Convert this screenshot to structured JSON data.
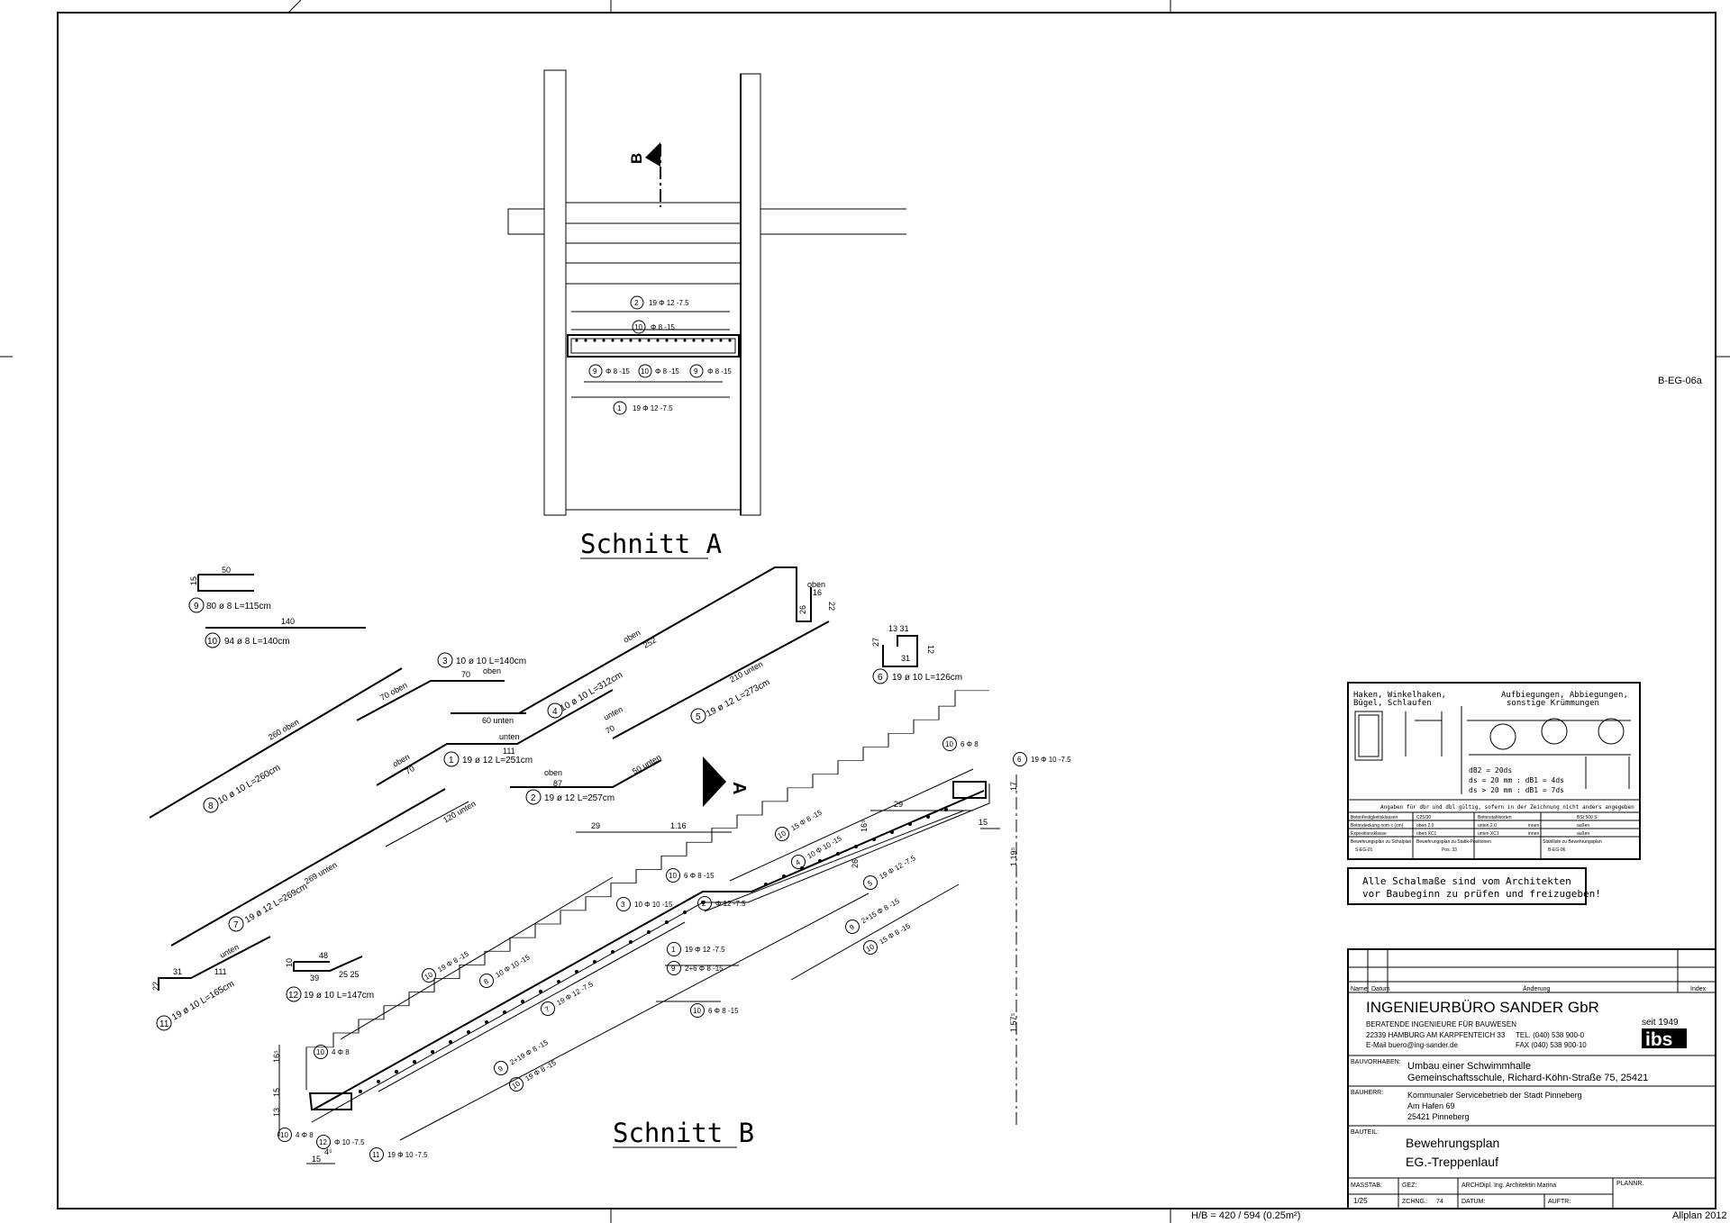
{
  "sheet": {
    "drawing_id": "B-EG-06a",
    "format": "H/B = 420 / 594 (0.25m²)",
    "software": "Allplan 2012"
  },
  "section_a": {
    "title": "Schnitt A",
    "cut_label": "B",
    "bars": {
      "top": {
        "mark": "2",
        "text": "19 Φ 12 -7.5"
      },
      "distr": {
        "mark": "10",
        "text": "Φ 8 -15"
      },
      "bot_a": {
        "mark": "9",
        "text": "Φ 8 -15"
      },
      "bot_b": {
        "mark": "10",
        "text": "Φ 8 -15"
      },
      "bot_c": {
        "mark": "9",
        "text": "Φ 8 -15"
      },
      "main": {
        "mark": "1",
        "text": "19 Φ 12 -7.5"
      }
    }
  },
  "section_b": {
    "title": "Schnitt B",
    "cut_label": "A",
    "dims": {
      "d29a": "29",
      "d116": "1.16",
      "d29b": "29",
      "d15a": "15",
      "d17": "17",
      "d119": "1.19⁵",
      "d157": "1.57⁵",
      "d16": "16⁵",
      "d13": "13",
      "d15b": "15",
      "d15c": "15",
      "d4": "4⁵",
      "d16s": "16⁵",
      "d26": "26"
    },
    "callouts": [
      {
        "mark": "10",
        "text": "6 Φ 8"
      },
      {
        "mark": "6",
        "text": "19 Φ 10 -7.5"
      },
      {
        "mark": "10",
        "text": "15 Φ 8 -15"
      },
      {
        "mark": "4",
        "text": "10 Φ 10 -15"
      },
      {
        "mark": "5",
        "text": "19 Φ 12 -7.5"
      },
      {
        "mark": "10",
        "text": "6 Φ 8 -15"
      },
      {
        "mark": "3",
        "text": "10 Φ 10 -15"
      },
      {
        "mark": "2",
        "text": "Φ 12 -7.5"
      },
      {
        "mark": "9",
        "text": "2+15 Φ 8 -15"
      },
      {
        "mark": "10",
        "text": "15 Φ 8 -15"
      },
      {
        "mark": "1",
        "text": "19 Φ 12 -7.5"
      },
      {
        "mark": "9",
        "text": "2+6 Φ 8 -15"
      },
      {
        "mark": "10",
        "text": "6 Φ 8 -15"
      },
      {
        "mark": "10",
        "text": "19 Φ 8 -15"
      },
      {
        "mark": "8",
        "text": "10 Φ 10 -15"
      },
      {
        "mark": "7",
        "text": "19 Φ 12 -7.5"
      },
      {
        "mark": "9",
        "text": "2+19 Φ 8 -15"
      },
      {
        "mark": "10",
        "text": "19 Φ 8 -15"
      },
      {
        "mark": "12",
        "text": "Φ 10 -7.5"
      },
      {
        "mark": "11",
        "text": "19 Φ 10 -7.5"
      },
      {
        "mark": "10",
        "text": "4 Φ 8"
      },
      {
        "mark": "10",
        "text": "4 Φ 8"
      }
    ]
  },
  "bar_schedule": {
    "b9": {
      "mark": "9",
      "text": "80 ø 8  L=115cm",
      "dim_a": "50",
      "dim_b": "15"
    },
    "b10": {
      "mark": "10",
      "text": "94 ø 8  L=140cm",
      "dim_a": "140"
    },
    "b3": {
      "mark": "3",
      "text": "10 ø 10  L=140cm",
      "dim_a": "70",
      "dim_b": "oben",
      "dim_c": "70 oben",
      "dim_d": "60 unten"
    },
    "b4": {
      "mark": "4",
      "text": "10 ø 10  L=312cm",
      "dim_a": "oben",
      "dim_b": "252",
      "dim_c": "oben",
      "dim_d": "16",
      "dim_e": "26",
      "dim_f": "22"
    },
    "b5": {
      "mark": "5",
      "text": "19 ø 12  L=273cm",
      "dim_a": "210 unten",
      "dim_b": "unten",
      "dim_c": "70"
    },
    "b6": {
      "mark": "6",
      "text": "19 ø 10  L=126cm",
      "dim_a": "13 31",
      "dim_b": "27",
      "dim_c": "12",
      "dim_d": "31"
    },
    "b8": {
      "mark": "8",
      "text": "10 ø 10  L=260cm",
      "dim_a": "260  oben"
    },
    "b1": {
      "mark": "1",
      "text": "19 ø 12  L=251cm",
      "dim_a": "unten",
      "dim_b": "111",
      "dim_c": "oben",
      "dim_d": "70"
    },
    "b2": {
      "mark": "2",
      "text": "19 ø 12  L=257cm",
      "dim_a": "oben",
      "dim_b": "87",
      "dim_c": "50 unten"
    },
    "b7": {
      "mark": "7",
      "text": "19 ø 12  L=269cm",
      "dim_a": "269  unten",
      "dim_b": "120 unten"
    },
    "b11": {
      "mark": "11",
      "text": "19 ø 10  L=165cm",
      "dim_a": "unten",
      "dim_b": "111",
      "dim_c": "31",
      "dim_d": "22"
    },
    "b12": {
      "mark": "12",
      "text": "19 ø 10  L=147cm",
      "dim_a": "48",
      "dim_b": "39",
      "dim_c": "25 25",
      "dim_d": "10"
    }
  },
  "notes": {
    "bend_title_left": "Haken, Winkelhaken,",
    "bend_title_left2": "Bügel, Schlaufen",
    "bend_title_right": "Aufbiegungen, Abbiegungen,",
    "bend_title_right2": "sonstige Krümmungen",
    "f1": "dB2 = 20ds",
    "f2": "ds = 20 mm :  dB1 = 4ds",
    "f3": "ds > 20 mm :  dB1 = 7ds",
    "footnote": "Angaben für dbr und dbl gültig, sofern in der Zeichnung nicht anders angegeben",
    "table": [
      [
        "Betonfestigkeitsklassen",
        "C25/30",
        "Betonstahlsorten",
        "BSt 500 S"
      ],
      [
        "Betondeckung nom c (cm)",
        "oben 2.0",
        "unten 2.0",
        "innen",
        "außen"
      ],
      [
        "Expositionsklasse",
        "oben XC1",
        "unten XC1",
        "innen",
        "außen"
      ],
      [
        "Bewehrungsplan zu Schalplan",
        "S-EG-01",
        "Bewehrungsplan zu Statik-Positionen",
        "Pos. 33",
        "Stahlliste zu Bewehrungsplan",
        "B-EG-06"
      ]
    ],
    "check_line1": "Alle Schalmaße sind vom Architekten",
    "check_line2": "vor Baubeginn zu prüfen und freizugeben!"
  },
  "title_block": {
    "col_name": "Name",
    "col_date": "Datum",
    "col_change": "Änderung",
    "col_index": "Index",
    "firm": "INGENIEURBÜRO SANDER GbR",
    "since": "seit 1949",
    "logo": "ibs",
    "firm_sub": "BERATENDE INGENIEURE FÜR BAUWESEN",
    "address": "22339 HAMBURG AM KARPFENTEICH 33",
    "email": "E-Mail buero@ing-sander.de",
    "tel": "TEL. (040) 538 900-0",
    "fax": "FAX (040) 538 900-10",
    "lbl_project": "BAUVORHABEN:",
    "project1": "Umbau einer Schwimmhalle",
    "project2": "Gemeinschaftsschule, Richard-Köhn-Straße 75, 25421",
    "lbl_client": "BAUHERR:",
    "client1": "Kommunaler Servicebetrieb der Stadt Pinneberg",
    "client2": "Am Hafen 69",
    "client3": "25421 Pinneberg",
    "lbl_part": "BAUTEIL:",
    "part1": "Bewehrungsplan",
    "part2": "EG.-Treppenlauf",
    "lbl_scale": "MASSTAB:",
    "scale": "1/25",
    "lbl_drawn": "GEZ:",
    "lbl_arch": "ARCH:",
    "arch": "Dipl. Ing. Architektin Marina",
    "lbl_planno": "PLANNR.",
    "lbl_zchng": "ZCHNG.:",
    "zchng": "74",
    "lbl_datum": "DATUM:",
    "lbl_auftr": "AUFTR:"
  }
}
